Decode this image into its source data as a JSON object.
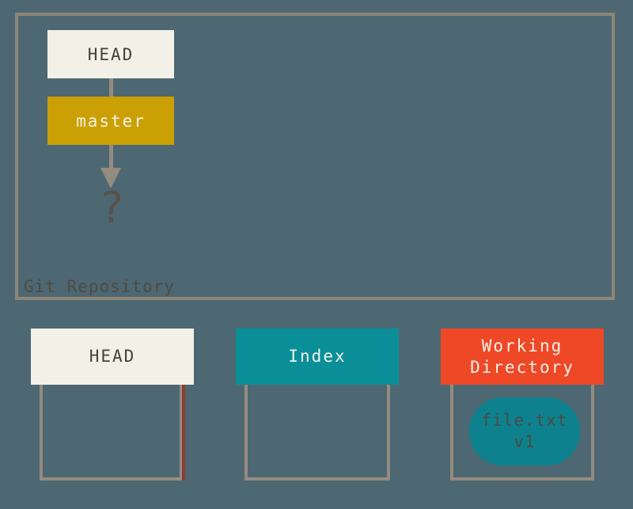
{
  "colors": {
    "background": "#4d6872",
    "repo_border": "#8d8677",
    "box_outline": "#958b80",
    "red_edge": "#8a3c2e",
    "cream": "#f2f0e7",
    "gold": "#cba004",
    "teal": "#0a8f99",
    "red": "#ee4827",
    "blob": "#0d828e",
    "dark_text": "#474139",
    "light_text": "#f3f1e6",
    "blob_text": "#4b4a45",
    "arrow": "#948c7e",
    "label_text": "#4f4a43",
    "question": "#58524a"
  },
  "repo": {
    "label": "Git Repository",
    "head": "HEAD",
    "branch": "master",
    "target": "?"
  },
  "areas": [
    {
      "label": "HEAD"
    },
    {
      "label": "Index"
    },
    {
      "label": "Working Directory"
    }
  ],
  "files": [
    {
      "name": "file.txt",
      "version": "v1"
    }
  ]
}
